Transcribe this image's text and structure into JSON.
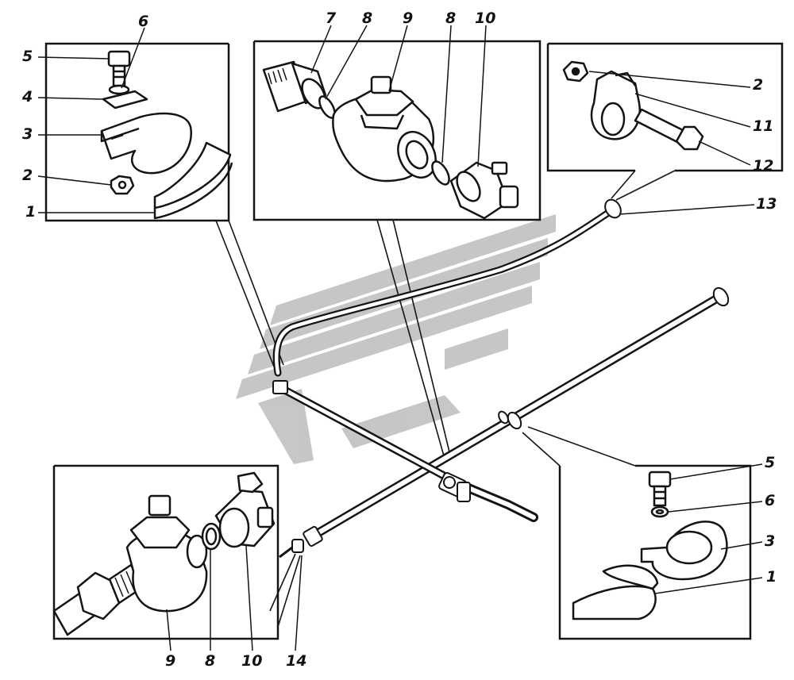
{
  "callouts": {
    "tl": {
      "c1": "1",
      "c2": "2",
      "c3": "3",
      "c4": "4",
      "c5": "5",
      "c6": "6"
    },
    "tc": {
      "c7": "7",
      "c8a": "8",
      "c9": "9",
      "c8b": "8",
      "c10": "10"
    },
    "tr": {
      "c2": "2",
      "c11": "11",
      "c12": "12",
      "c13": "13"
    },
    "br": {
      "c5": "5",
      "c6": "6",
      "c3": "3",
      "c1": "1"
    },
    "bl": {
      "c9": "9",
      "c8": "8",
      "c10": "10",
      "c14": "14"
    }
  },
  "colors": {
    "line": "#141414",
    "part_fill": "#ffffff",
    "watermark": "#b4b4b4"
  }
}
